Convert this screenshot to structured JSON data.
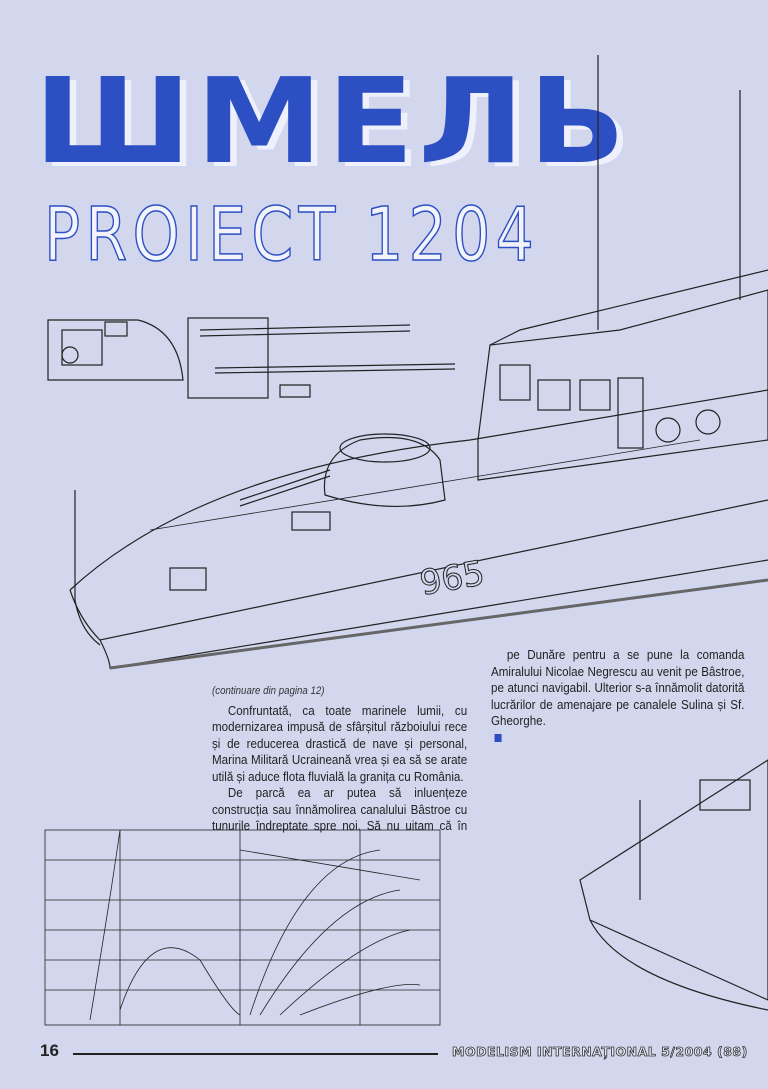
{
  "title": {
    "main": "ШМЕЛЬ",
    "subtitle": "PROIECT 1204"
  },
  "drawing": {
    "hull_number": "965"
  },
  "article": {
    "continuation": "(continuare din pagina 12)",
    "paragraphs": [
      "Confruntată, ca toate marinele lumii, cu modernizarea impusă de sfârșitul războiului rece și de reducerea drastică de nave și personal, Marina Militară Ucraineană vrea și ea să se arate utilă și aduce flota fluvială la granița cu România.",
      "De parcă ea ar putea să inluențeze construcția sau înnămolirea canalului Bâstroe cu tunurile îndreptate spre noi. Să nu uitam că în primul război mondial canonierele țariste Tereț, Kubaneț intrate",
      "pe Dunăre pentru a se pune la comanda Amiralului Nicolae Negrescu au venit pe Bâstroe, pe atunci navigabil. Ulterior s-a înnămolit datorită lucrărilor de amenajare pe canalele Sulina și Sf. Gheorghe."
    ]
  },
  "footer": {
    "page_number": "16",
    "magazine": "MODELISM INTERNAȚIONAL 5/2004 (88)"
  },
  "colors": {
    "background": "#d3d7ee",
    "accent": "#2c4fc4",
    "ink": "#222222"
  }
}
